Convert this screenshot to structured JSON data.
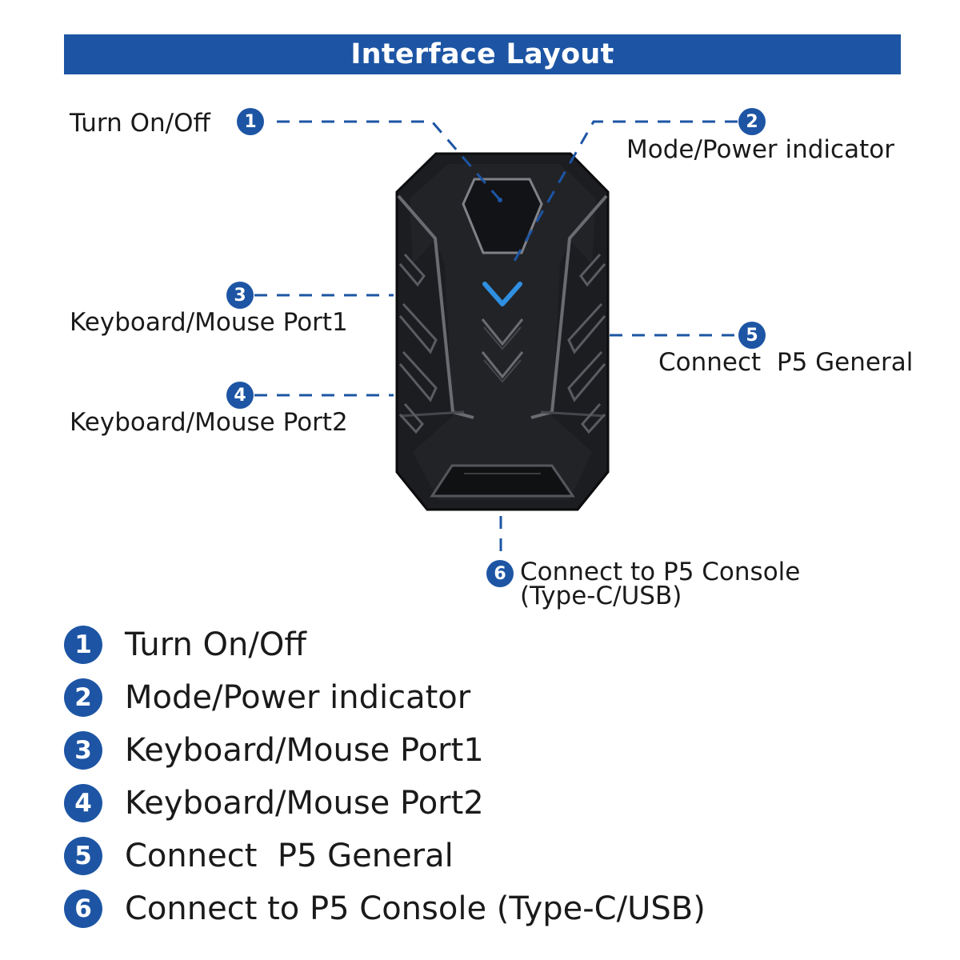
{
  "banner": {
    "title": "Interface Layout"
  },
  "callouts": [
    {
      "number": "1",
      "label": "Turn On/Off"
    },
    {
      "number": "2",
      "label": "Mode/Power indicator"
    },
    {
      "number": "3",
      "label": "Keyboard/Mouse Port1"
    },
    {
      "number": "4",
      "label": "Keyboard/Mouse Port2"
    },
    {
      "number": "5",
      "label": "Connect  P5 General"
    },
    {
      "number": "6",
      "label_line1": "Connect to P5 Console",
      "label_line2": "(Type-C/USB)"
    }
  ],
  "legend": [
    {
      "number": "1",
      "label": "Turn On/Off"
    },
    {
      "number": "2",
      "label": "Mode/Power indicator"
    },
    {
      "number": "3",
      "label": "Keyboard/Mouse Port1"
    },
    {
      "number": "4",
      "label": "Keyboard/Mouse Port2"
    },
    {
      "number": "5",
      "label": "Connect  P5 General"
    },
    {
      "number": "6",
      "label": "Connect to P5 Console (Type-C/USB)"
    }
  ],
  "colors": {
    "accent": "#1d55a4",
    "indicator": "#2f8fe0",
    "device_body": "#1c1d20"
  }
}
